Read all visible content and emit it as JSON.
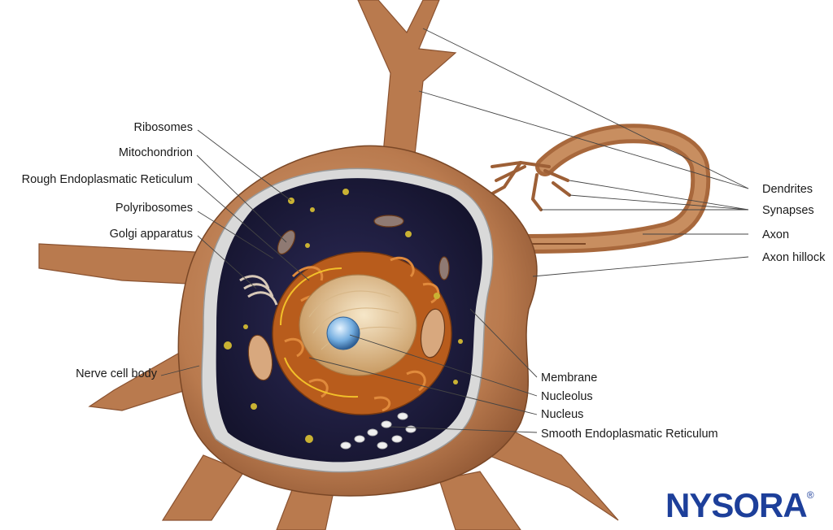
{
  "labels": {
    "ribosomes": "Ribosomes",
    "mitochondrion": "Mitochondrion",
    "rough_er": "Rough Endoplasmatic Reticulum",
    "polyribosomes": "Polyribosomes",
    "golgi": "Golgi apparatus",
    "nerve_cell_body": "Nerve cell body",
    "dendrites": "Dendrites",
    "synapses": "Synapses",
    "axon": "Axon",
    "axon_hillock": "Axon hillock",
    "membrane": "Membrane",
    "nucleolus": "Nucleolus",
    "nucleus": "Nucleus",
    "smooth_er": "Smooth Endoplasmatic Reticulum"
  },
  "logo": {
    "text": "NYSORA",
    "mark": "®"
  },
  "colors": {
    "cell": "#b97a4e",
    "cell_dark": "#8a5230",
    "cytoplasm": "#1e1d3e",
    "membrane": "#d8d8d8",
    "organelle": "#c0601f",
    "nucleus": "#e8cfa2",
    "nucleolus": "#5f9fd6",
    "brand": "#1d3f9a"
  }
}
